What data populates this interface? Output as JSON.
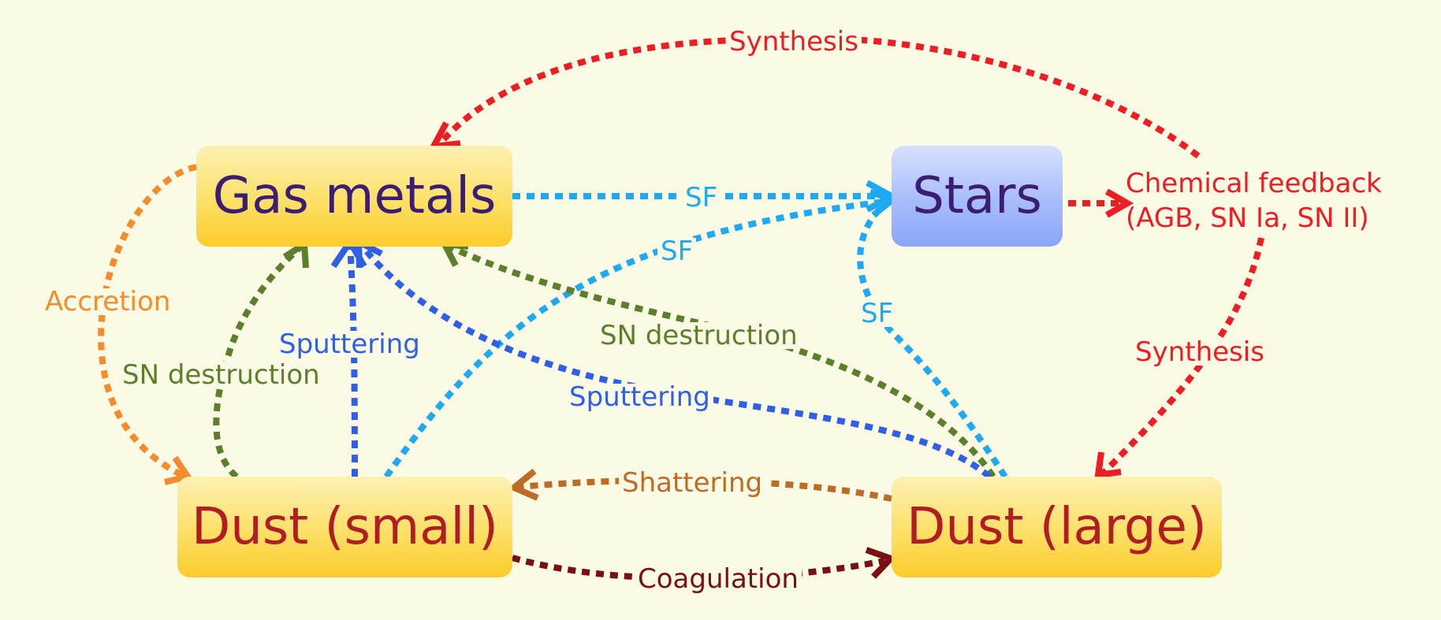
{
  "nodes": {
    "gas_metals": "Gas metals",
    "stars": "Stars",
    "dust_small": "Dust (small)",
    "dust_large": "Dust (large)"
  },
  "feedback": {
    "line1": "Chemical feedback",
    "line2": "(AGB, SN Ia, SN II)"
  },
  "labels": {
    "synthesis_top": "Synthesis",
    "synthesis_right": "Synthesis",
    "accretion": "Accretion",
    "sn_destruction_small": "SN destruction",
    "sn_destruction_large": "SN destruction",
    "sputtering_small": "Sputtering",
    "sputtering_large": "Sputtering",
    "sf_gas": "SF",
    "sf_small": "SF",
    "sf_large": "SF",
    "shattering": "Shattering",
    "coagulation": "Coagulation"
  },
  "colors": {
    "synthesis": "#ee1c23",
    "sf": "#1fa9f2",
    "accretion": "#f58b2b",
    "sn_destruction": "#5b7f2a",
    "sputtering": "#2e5fe6",
    "shattering": "#bf6b28",
    "coagulation": "#7a0f12"
  }
}
